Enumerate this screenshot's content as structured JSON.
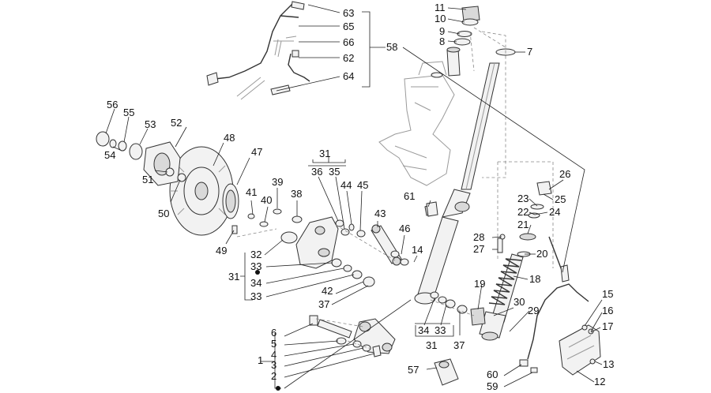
{
  "diagram": {
    "callouts": [
      "1",
      "2",
      "3",
      "4",
      "5",
      "6",
      "7",
      "8",
      "9",
      "10",
      "11",
      "12",
      "13",
      "14",
      "15",
      "16",
      "17",
      "18",
      "19",
      "20",
      "21",
      "22",
      "23",
      "24",
      "25",
      "26",
      "27",
      "28",
      "29",
      "30",
      "31",
      "31",
      "31",
      "32",
      "33",
      "33",
      "33",
      "34",
      "34",
      "35",
      "36",
      "37",
      "37",
      "38",
      "39",
      "40",
      "41",
      "42",
      "43",
      "44",
      "45",
      "46",
      "47",
      "48",
      "49",
      "50",
      "51",
      "52",
      "53",
      "54",
      "55",
      "56",
      "57",
      "58",
      "59",
      "60",
      "61",
      "62",
      "63",
      "64",
      "65",
      "66"
    ]
  }
}
